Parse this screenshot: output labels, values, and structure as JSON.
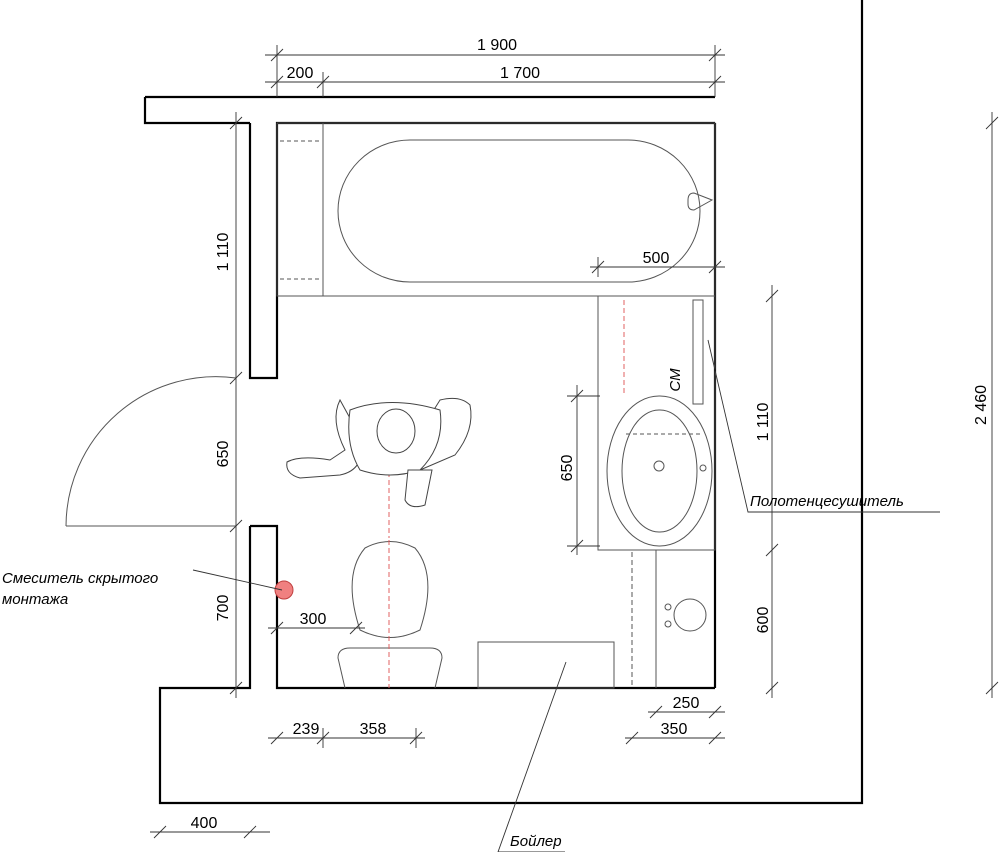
{
  "dimensions": {
    "top_total": "1 900",
    "top_left": "200",
    "top_bath": "1 700",
    "left_upper": "1 110",
    "left_door": "650",
    "left_lower": "700",
    "bath_tap": "500",
    "right_upper": "1 110",
    "right_lower": "600",
    "right_total": "2 460",
    "sink_height": "650",
    "mixer_offset": "300",
    "bottom_239": "239",
    "bottom_358": "358",
    "bottom_250": "250",
    "bottom_350": "350",
    "bottom_400": "400"
  },
  "labels": {
    "mixer": [
      "Смеситель скрытого",
      "монтажа"
    ],
    "towel": "Полотенцесушитель",
    "washer": "СМ",
    "boiler": "Бойлер"
  },
  "colors": {
    "line": "#000000",
    "thin": "#555555",
    "dash": "#e06060",
    "mixer_fill": "#f08080"
  }
}
